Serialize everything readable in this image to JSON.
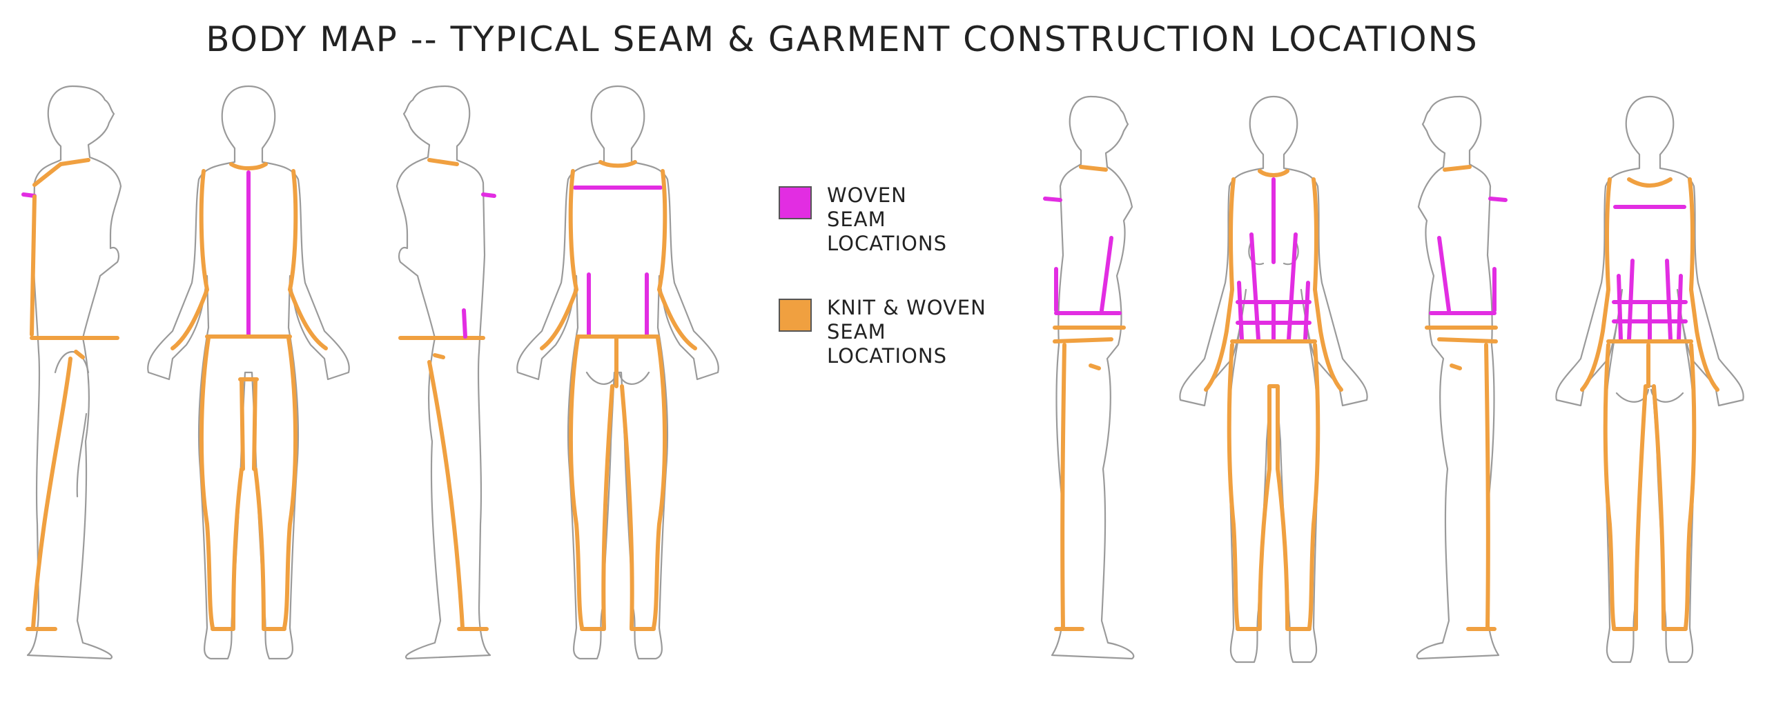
{
  "title": "BODY MAP -- TYPICAL SEAM & GARMENT CONSTRUCTION LOCATIONS",
  "legend": [
    {
      "label": "WOVEN\nSEAM\nLOCATIONS",
      "color": "#e22de2"
    },
    {
      "label": "KNIT & WOVEN\nSEAM\nLOCATIONS",
      "color": "#f0a040"
    }
  ],
  "colors": {
    "woven": "#e22de2",
    "knit_woven": "#f0a040",
    "outline": "#9a9a9a"
  },
  "figures": [
    {
      "name": "male-side-right",
      "view": "side"
    },
    {
      "name": "male-front",
      "view": "front"
    },
    {
      "name": "male-side-left",
      "view": "side"
    },
    {
      "name": "male-back",
      "view": "back"
    },
    {
      "name": "female-side-right",
      "view": "side"
    },
    {
      "name": "female-front",
      "view": "front"
    },
    {
      "name": "female-side-left",
      "view": "side"
    },
    {
      "name": "female-back",
      "view": "back"
    }
  ]
}
